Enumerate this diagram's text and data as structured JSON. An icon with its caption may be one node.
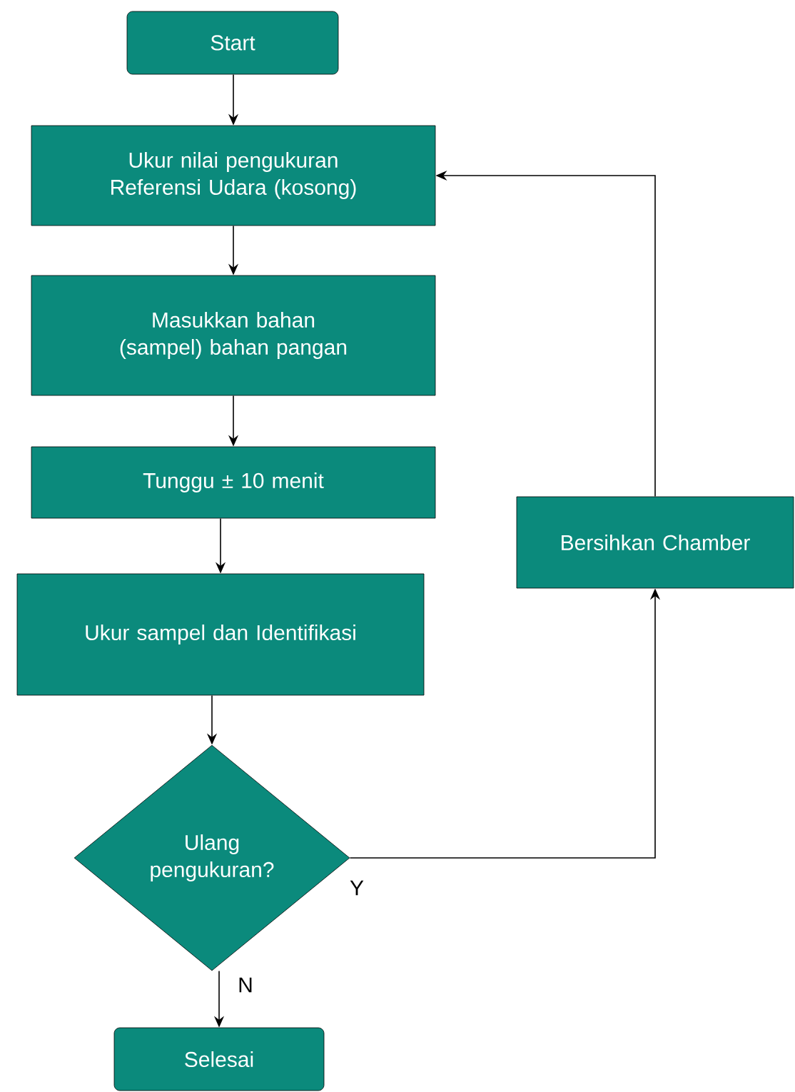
{
  "diagram": {
    "nodes": [
      {
        "text": [
          "Start"
        ]
      },
      {
        "text": [
          "Ukur nilai pengukuran Referensi Udara (kosong)"
        ]
      },
      {
        "text": [
          "Masukkan bahan (sampel) bahan pangan"
        ]
      },
      {
        "text": [
          "Tunggu ± 10 menit"
        ]
      },
      {
        "text": [
          "Ukur sampel dan Identifikasi"
        ]
      },
      {
        "text": [
          "Ulang pengukuran?"
        ]
      },
      {
        "text": [
          "Selesai"
        ]
      },
      {
        "text": [
          "Bersihkan Chamber"
        ]
      }
    ],
    "edges": [
      {
        "from": 0,
        "to": 1,
        "arrow": "to"
      },
      {
        "from": 1,
        "to": 2,
        "arrow": "to"
      },
      {
        "from": 2,
        "to": 3,
        "arrow": "to"
      },
      {
        "from": 3,
        "to": 4,
        "arrow": "to"
      },
      {
        "from": 4,
        "to": 5,
        "arrow": "to"
      },
      {
        "from": 5,
        "to": 6,
        "arrow": "to",
        "label": "N"
      },
      {
        "from": 5,
        "to": 7,
        "arrow": "to",
        "label": "Y"
      },
      {
        "from": 7,
        "to": 1,
        "arrow": "to"
      }
    ]
  }
}
